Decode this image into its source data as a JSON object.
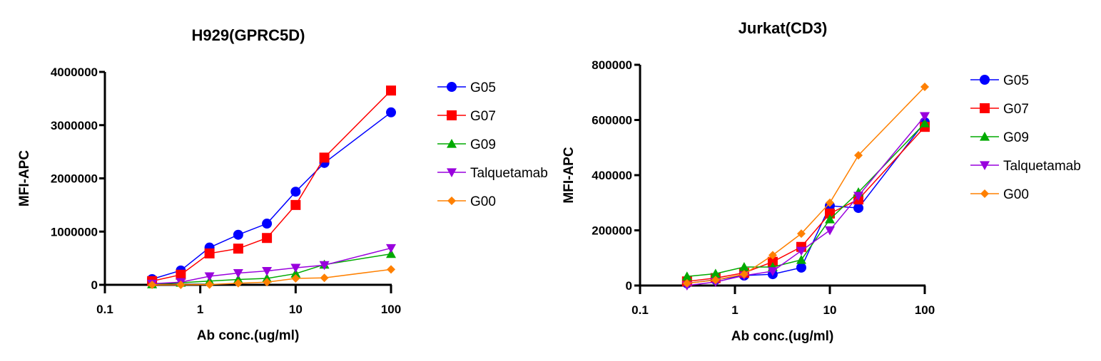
{
  "chart_data": [
    {
      "type": "line",
      "title": "H929(GPRC5D)",
      "xlabel": "Ab conc.(ug/ml)",
      "ylabel": "MFI-APC",
      "xscale": "log",
      "xlim": [
        0.1,
        100
      ],
      "ylim": [
        0,
        4000000
      ],
      "xticks": [
        "0.1",
        "1",
        "10",
        "100"
      ],
      "yticks": [
        "0",
        "1000000",
        "2000000",
        "3000000",
        "4000000"
      ],
      "legend": "right",
      "x": [
        0.3125,
        0.625,
        1.25,
        2.5,
        5,
        10,
        20,
        100
      ],
      "series": [
        {
          "name": "G05",
          "color": "#0000ff",
          "marker": "circle",
          "values": [
            107000,
            270000,
            700000,
            940000,
            1150000,
            1750000,
            2290000,
            3240000
          ]
        },
        {
          "name": "G07",
          "color": "#ff0000",
          "marker": "square",
          "values": [
            70000,
            190000,
            590000,
            680000,
            880000,
            1500000,
            2390000,
            3650000
          ]
        },
        {
          "name": "G09",
          "color": "#00aa00",
          "marker": "triangle-up",
          "values": [
            10000,
            40000,
            70000,
            100000,
            120000,
            210000,
            380000,
            580000
          ]
        },
        {
          "name": "Talquetamab",
          "color": "#9900dd",
          "marker": "triangle-down",
          "values": [
            20000,
            50000,
            160000,
            220000,
            260000,
            320000,
            370000,
            690000
          ]
        },
        {
          "name": "G00",
          "color": "#ff8000",
          "marker": "diamond",
          "values": [
            0,
            0,
            5000,
            30000,
            50000,
            120000,
            130000,
            290000
          ]
        }
      ]
    },
    {
      "type": "line",
      "title": "Jurkat(CD3)",
      "xlabel": "Ab conc.(ug/ml)",
      "ylabel": "MFI-APC",
      "xscale": "log",
      "xlim": [
        0.1,
        100
      ],
      "ylim": [
        0,
        800000
      ],
      "xticks": [
        "0.1",
        "1",
        "10",
        "100"
      ],
      "yticks": [
        "0",
        "200000",
        "400000",
        "600000",
        "800000"
      ],
      "legend": "right",
      "x": [
        0.3125,
        0.625,
        1.25,
        2.5,
        5,
        10,
        20,
        100
      ],
      "series": [
        {
          "name": "G05",
          "color": "#0000ff",
          "marker": "circle",
          "values": [
            8000,
            21000,
            36000,
            41000,
            65000,
            289000,
            281000,
            592000
          ]
        },
        {
          "name": "G07",
          "color": "#ff0000",
          "marker": "square",
          "values": [
            15000,
            27000,
            46000,
            86000,
            140000,
            261000,
            312000,
            575000
          ]
        },
        {
          "name": "G09",
          "color": "#00aa00",
          "marker": "triangle-up",
          "values": [
            33000,
            43000,
            67000,
            67000,
            93000,
            240000,
            338000,
            588000
          ]
        },
        {
          "name": "Talquetamab",
          "color": "#9900dd",
          "marker": "triangle-down",
          "values": [
            0,
            13000,
            36000,
            52000,
            126000,
            200000,
            325000,
            614000
          ]
        },
        {
          "name": "G00",
          "color": "#ff8000",
          "marker": "diamond",
          "values": [
            8000,
            20000,
            41000,
            110000,
            188000,
            300000,
            472000,
            720000
          ]
        }
      ]
    }
  ]
}
